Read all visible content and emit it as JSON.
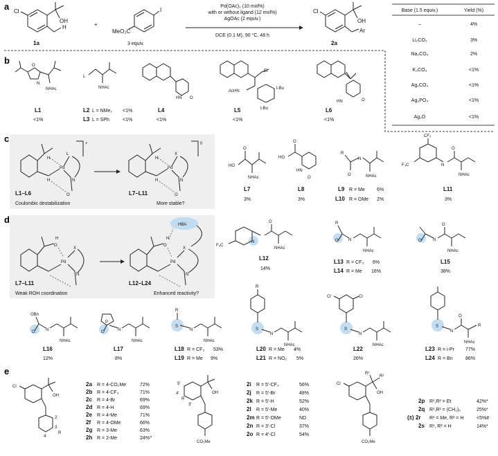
{
  "panels": {
    "a": "a",
    "b": "b",
    "c": "c",
    "d": "d",
    "e": "e"
  },
  "panel_a": {
    "sm_substituent": "Cl",
    "sm_oh": "OH",
    "sm_h": "H",
    "sm_label": "1a",
    "plus": "+",
    "aryl_iodide_ester": "MeO₂C",
    "aryl_iodide_i": "I",
    "aryl_equiv": "3 equiv.",
    "cond_line1": "Pd(OAc)₂ (10 mol%)",
    "cond_line2": "with or without ligand (12 mol%)",
    "cond_line3": "AgOAc (2 equiv.)",
    "cond_line4": "DCE (0.1 M), 90 °C, 48 h",
    "prod_substituent": "Cl",
    "prod_oh": "OH",
    "prod_ar": "Ar",
    "prod_label": "2a"
  },
  "base_table": {
    "header_base": "Base (1.5 equiv.)",
    "header_yield": "Yield (%)",
    "rows": [
      {
        "base": "–",
        "yield": "4%"
      },
      {
        "base": "Li₂CO₃",
        "yield": "3%"
      },
      {
        "base": "Na₂CO₃",
        "yield": "2%"
      },
      {
        "base": "K₂CO₃",
        "yield": "<1%"
      },
      {
        "base": "Ag₂CO₃",
        "yield": "<1%"
      },
      {
        "base": "Ag₃PO₄",
        "yield": "<1%"
      },
      {
        "base": "Ag₂O",
        "yield": "<1%"
      }
    ]
  },
  "panel_b": {
    "ligands": [
      {
        "name": "L1",
        "yield": "<1%"
      },
      {
        "name": "L2",
        "desc": "L = NMe₂",
        "yield": "<1%"
      },
      {
        "name": "L3",
        "desc": "L = SPh",
        "yield": "<1%"
      },
      {
        "name": "L4",
        "yield": "<1%"
      },
      {
        "name": "L5",
        "yield": "<1%"
      },
      {
        "name": "L6",
        "yield": "<1%"
      }
    ],
    "atoms": {
      "nhac": "NHAc",
      "acnh": "AcHN",
      "hn": "HN",
      "o": "O",
      "n": "N",
      "l": "L",
      "et": "Et",
      "tbu": "t-Bu"
    }
  },
  "panel_c": {
    "charge_plus": "+",
    "charge_zero": "0",
    "range1": "L1–L6",
    "caption1": "Coulombic destabilization",
    "range2": "L7–L11",
    "caption2": "More stable?",
    "ligands": [
      {
        "name": "L7",
        "yield": "3%"
      },
      {
        "name": "L8",
        "yield": "3%"
      },
      {
        "name": "L9",
        "desc": "R = Me",
        "yield": "6%"
      },
      {
        "name": "L10",
        "desc": "R = OMe",
        "yield": "2%"
      },
      {
        "name": "L11",
        "yield": "3%"
      }
    ],
    "atoms": {
      "ho": "HO",
      "o": "O",
      "nhac": "NHAc",
      "hn": "HN",
      "h": "H",
      "n": "N",
      "pd": "Pd",
      "l": "L",
      "x": "X",
      "r": "R",
      "cf3": "CF₃",
      "f3c": "F₃C"
    }
  },
  "panel_d": {
    "range1": "L7–L11",
    "caption1": "Weak ROH coordination",
    "range2": "L12–L24",
    "caption2": "Enhanced reactivity?",
    "hba": "HBA",
    "ligands": [
      {
        "name": "L12",
        "yield": "14%"
      },
      {
        "name": "L13",
        "desc": "R = CF₃",
        "yield": "6%"
      },
      {
        "name": "L14",
        "desc": "R = Me",
        "yield": "16%"
      },
      {
        "name": "L15",
        "yield": "38%"
      },
      {
        "name": "L16",
        "yield": "12%"
      },
      {
        "name": "L17",
        "yield": "8%"
      },
      {
        "name": "L18",
        "desc": "R = CF₃",
        "yield": "53%"
      },
      {
        "name": "L19",
        "desc": "R = Me",
        "yield": "9%"
      },
      {
        "name": "L20",
        "desc": "R = Me",
        "yield": "4%"
      },
      {
        "name": "L21",
        "desc": "R = NO₂",
        "yield": "5%"
      },
      {
        "name": "L22",
        "yield": "26%"
      },
      {
        "name": "L23",
        "desc": "R = i-Pr",
        "yield": "77%"
      },
      {
        "name": "L24",
        "desc": "R = Bn",
        "yield": "86%"
      }
    ],
    "atoms": {
      "obn": "OBn",
      "o": "O",
      "p": "P",
      "s": "S",
      "n": "N",
      "h": "H",
      "r": "R",
      "x": "X",
      "pd": "Pd",
      "cl": "Cl",
      "f3c": "F₃C",
      "nhac": "NHAc"
    }
  },
  "panel_e": {
    "series1": [
      {
        "id": "2a",
        "desc": "R = 4-CO₂Me",
        "yield": "72%"
      },
      {
        "id": "2b",
        "desc": "R = 4-CF₃",
        "yield": "71%"
      },
      {
        "id": "2c",
        "desc": "R = 4-Br",
        "yield": "69%"
      },
      {
        "id": "2d",
        "desc": "R = 4-H",
        "yield": "69%"
      },
      {
        "id": "2e",
        "desc": "R = 4-Me",
        "yield": "71%"
      },
      {
        "id": "2f",
        "desc": "R = 4-OMe",
        "yield": "66%"
      },
      {
        "id": "2g",
        "desc": "R = 3-Me",
        "yield": "63%"
      },
      {
        "id": "2h",
        "desc": "R = 2-Me",
        "yield": "24%^"
      }
    ],
    "series2": [
      {
        "id": "2i",
        "desc": "R = 5′-CF₃",
        "yield": "56%"
      },
      {
        "id": "2j",
        "desc": "R = 5′-Br",
        "yield": "48%"
      },
      {
        "id": "2k",
        "desc": "R = 5′-H",
        "yield": "52%"
      },
      {
        "id": "2l",
        "desc": "R = 5′-Me",
        "yield": "40%"
      },
      {
        "id": "2m",
        "desc": "R = 5′-OMe",
        "yield": "ND"
      },
      {
        "id": "2n",
        "desc": "R = 3′-Cl",
        "yield": "37%"
      },
      {
        "id": "2o",
        "desc": "R = 4′-Cl",
        "yield": "54%"
      }
    ],
    "series3": [
      {
        "id": "2p",
        "desc": "R¹,R² = Et",
        "yield": "42%*"
      },
      {
        "id": "2q",
        "desc": "R¹,R² = (CH₂)₅",
        "yield": "25%*"
      },
      {
        "id": "(±) 2r",
        "desc": "R¹ = Me, R² = H",
        "yield": "<5%#"
      },
      {
        "id": "2s",
        "desc": "R¹, R² = H",
        "yield": "14%*"
      }
    ],
    "atoms": {
      "cl": "Cl",
      "oh": "OH",
      "r": "R",
      "r1": "R¹",
      "r2": "R²",
      "co2me": "CO₂Me",
      "p2": "2",
      "p3": "3",
      "p4": "4",
      "p5p": "5′",
      "p4p": "4′",
      "p3p": "3′"
    }
  }
}
